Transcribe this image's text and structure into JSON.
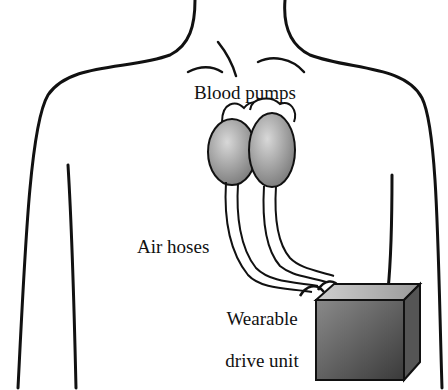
{
  "diagram": {
    "labels": [
      "Blood pumps",
      "Air hoses",
      "Wearable drive unit"
    ]
  }
}
